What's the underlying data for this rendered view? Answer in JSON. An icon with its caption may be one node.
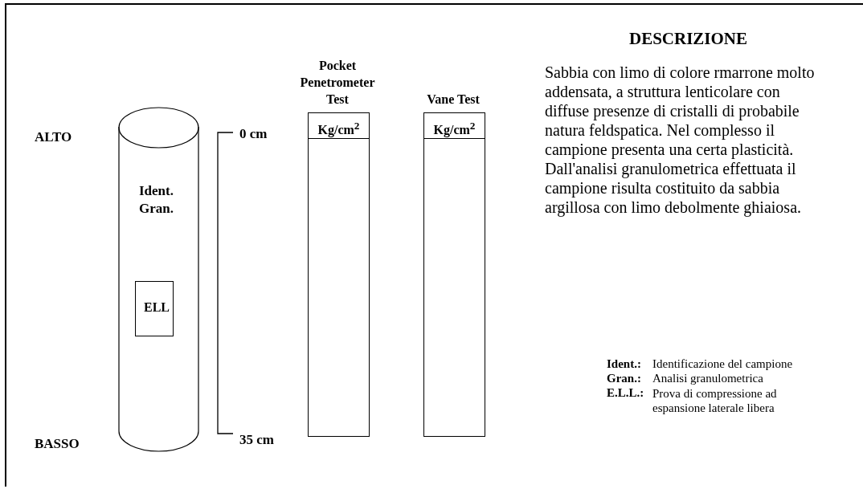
{
  "diagram": {
    "nodes": [
      {
        "text": [
          "Ident. Gran."
        ]
      },
      {
        "text": [
          "ELL"
        ],
        "in": 0
      },
      {
        "text": [
          "Pocket Penetrometer Test",
          "Kg/cm$^{2}$"
        ]
      },
      {
        "text": [
          "Vane Test",
          "Kg/cm$^{2}$"
        ]
      }
    ],
    "labels": [
      "DESCRIZIONE",
      "ALTO",
      "0 cm",
      "BASSO",
      "35 cm",
      "Sabbia con limo di colore rmarrone molto addensata, a struttura lenticolare con diffuse presenze di cristalli di probabile natura feldspatica. Nel complesso il campione presenta una certa plasticità.",
      "Dall'analisi granulometrica effettuata il campione risulta costituito da sabbia argillosa con limo debolmente ghiaiosa.",
      "Ident.:",
      "Identificazione del campione",
      "Gran.:",
      "Analisi granulometrica",
      "E.L.L.:",
      "Prova di compressione ad espansione laterale libera"
    ]
  }
}
